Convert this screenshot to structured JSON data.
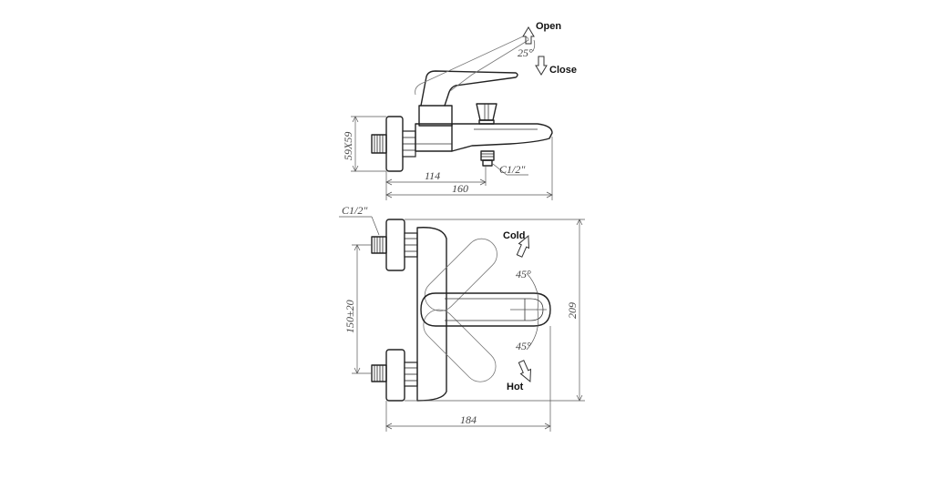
{
  "side_view": {
    "open_label": "Open",
    "close_label": "Close",
    "lever_angle": "25°",
    "flange_size": "59X59",
    "outlet_thread": "C1/2\"",
    "dim_inlet_to_body": "114",
    "dim_total_depth": "160"
  },
  "front_view": {
    "inlet_thread": "C1/2\"",
    "cold_label": "Cold",
    "hot_label": "Hot",
    "angle_cold": "45°",
    "angle_hot": "45°",
    "dim_inlet_spacing": "150±20",
    "dim_height": "209",
    "dim_width": "184"
  },
  "colors": {
    "outline": "#222222",
    "dimension": "#555555",
    "background": "#ffffff"
  }
}
